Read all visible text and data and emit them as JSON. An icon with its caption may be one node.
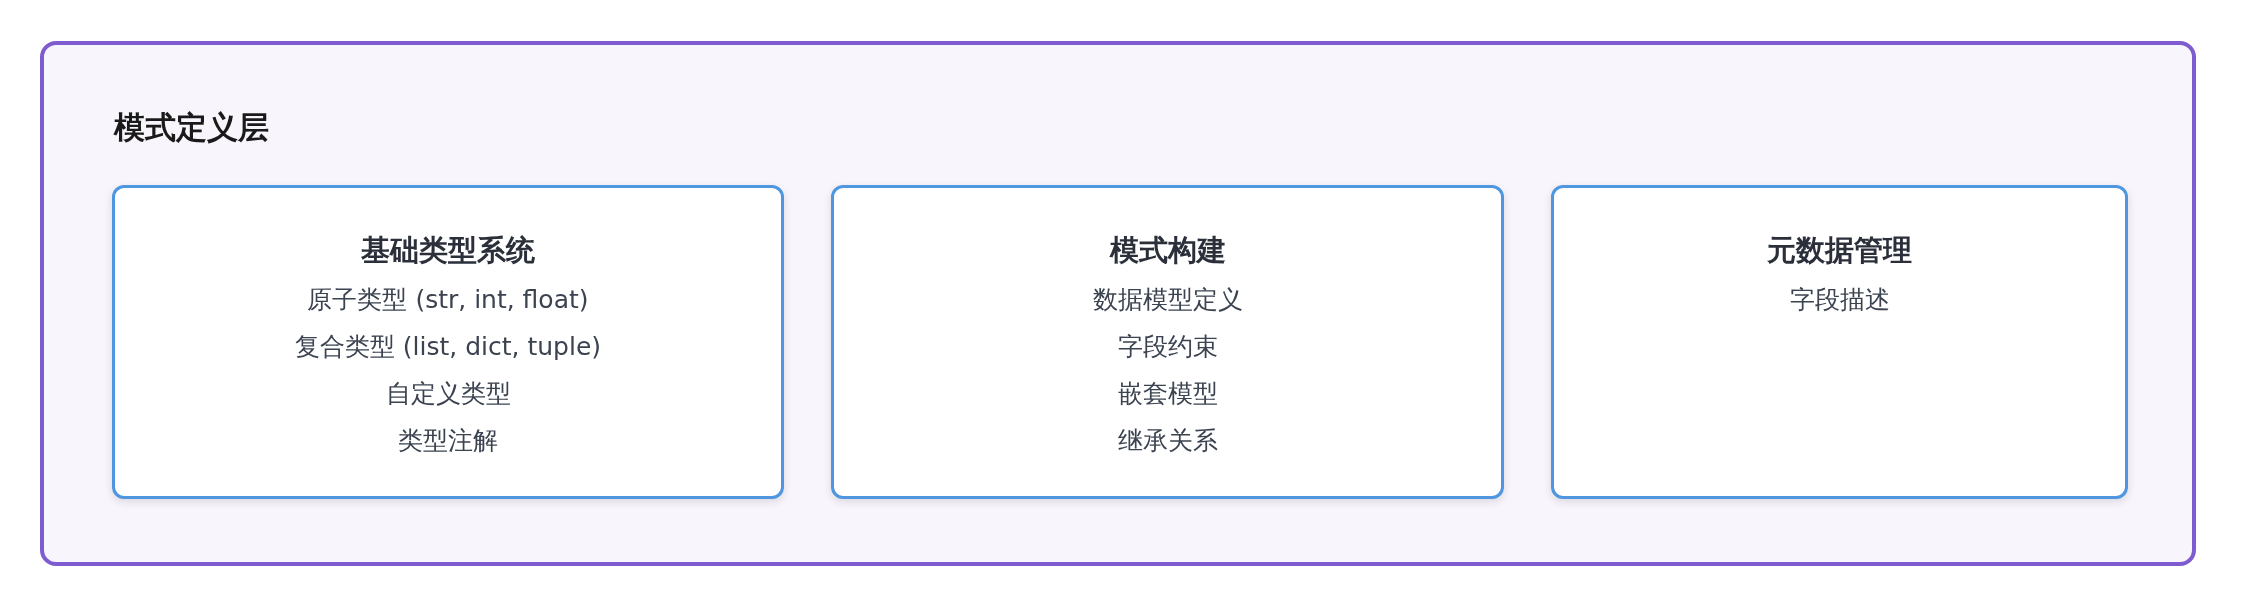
{
  "diagram": {
    "nodes": [
      {
        "text": [
          "模式定义层"
        ]
      },
      {
        "text": [
          "基础类型系统",
          "原子类型 (str, int, float)",
          "复合类型 (list, dict, tuple)",
          "自定义类型",
          "类型注解"
        ],
        "in": 0
      },
      {
        "text": [
          "模式构建",
          "数据模型定义",
          "字段约束",
          "嵌套模型",
          "继承关系"
        ],
        "in": 0
      },
      {
        "text": [
          "元数据管理",
          "字段描述"
        ],
        "in": 0
      }
    ]
  }
}
